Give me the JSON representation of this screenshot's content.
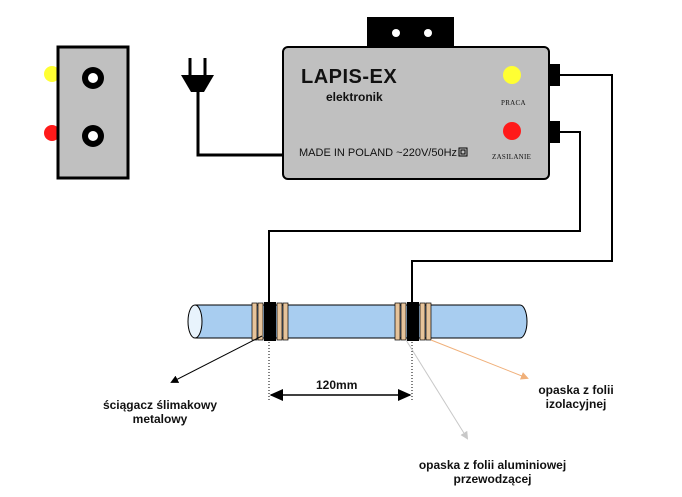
{
  "device": {
    "title": "LAPIS-EX",
    "subtitle": "elektronik",
    "plate": "MADE IN POLAND ~220V/50Hz",
    "led_work_label": "PRACA",
    "led_power_label": "ZASILANIE"
  },
  "labels": {
    "clamp": "ściągacz ślimakowy metalowy",
    "distance": "120mm",
    "insulating_tape": "opaska z folii izolacyjnej",
    "aluminium_tape": "opaska z folii aluminiowej przewodzącej"
  },
  "colors": {
    "device_body": "#c0c0c0",
    "pipe": "#a8cdf0",
    "led_yellow": "#ffff33",
    "led_red": "#ff1a1a",
    "tape": "#e6c39a",
    "arrow_orange": "#f0b07a",
    "arrow_gray": "#c8c8c8"
  }
}
